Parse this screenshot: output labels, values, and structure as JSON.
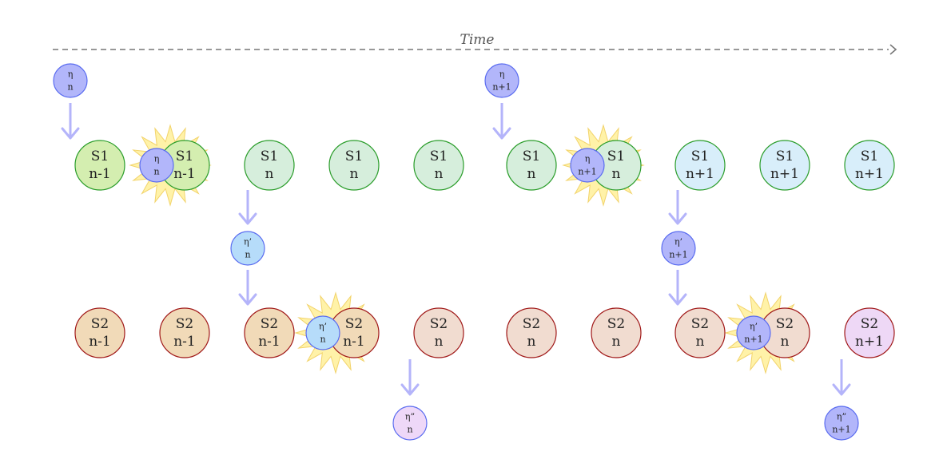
{
  "timeline": {
    "label": "Time"
  },
  "palette": {
    "s1_n_minus_1_fill": "#d4eeb0",
    "s1_n_fill": "#d6eedc",
    "s1_n_plus_1_fill": "#d8eefa",
    "s1_stroke": "#2a9d2a",
    "s2_fill": "#f1dab8",
    "s2_n_fill": "#f1dcd0",
    "s2_n_plus_1_fill": "#eed8f6",
    "s2_stroke": "#a01818",
    "eta_fill": "#b2b6fa",
    "eta_prime_fill": "#b6dcfa",
    "eta_dprime_fill": "#eed8f8",
    "eta_stroke": "#5a6cf0",
    "arrow": "#b4b4fa",
    "burst_fill": "#fff2a8",
    "burst_stroke": "#f2d36a",
    "timeline_stroke": "#777777"
  },
  "labels": {
    "s1": "S1",
    "s2": "S2",
    "eta": "η",
    "eta_prime": "η’",
    "eta_dprime": "η”",
    "n": "n",
    "n_minus_1": "n-1",
    "n_plus_1": "n+1"
  }
}
